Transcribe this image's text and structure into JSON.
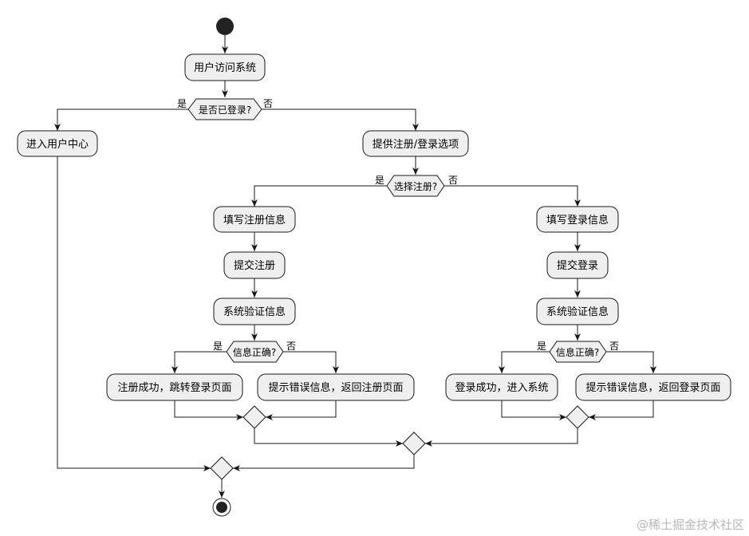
{
  "nodes": {
    "visit": "用户访问系统",
    "logged_in_q": "是否已登录?",
    "user_center": "进入用户中心",
    "options": "提供注册/登录选项",
    "choose_reg_q": "选择注册?",
    "fill_reg": "填写注册信息",
    "submit_reg": "提交注册",
    "verify_reg": "系统验证信息",
    "reg_ok_q": "信息正确?",
    "reg_success": "注册成功，跳转登录页面",
    "reg_error": "提示错误信息，返回注册页面",
    "fill_login": "填写登录信息",
    "submit_login": "提交登录",
    "verify_login": "系统验证信息",
    "login_ok_q": "信息正确?",
    "login_success": "登录成功，进入系统",
    "login_error": "提示错误信息，返回登录页面"
  },
  "branch_labels": {
    "yes": "是",
    "no": "否"
  },
  "watermark": "@稀土掘金技术社区"
}
